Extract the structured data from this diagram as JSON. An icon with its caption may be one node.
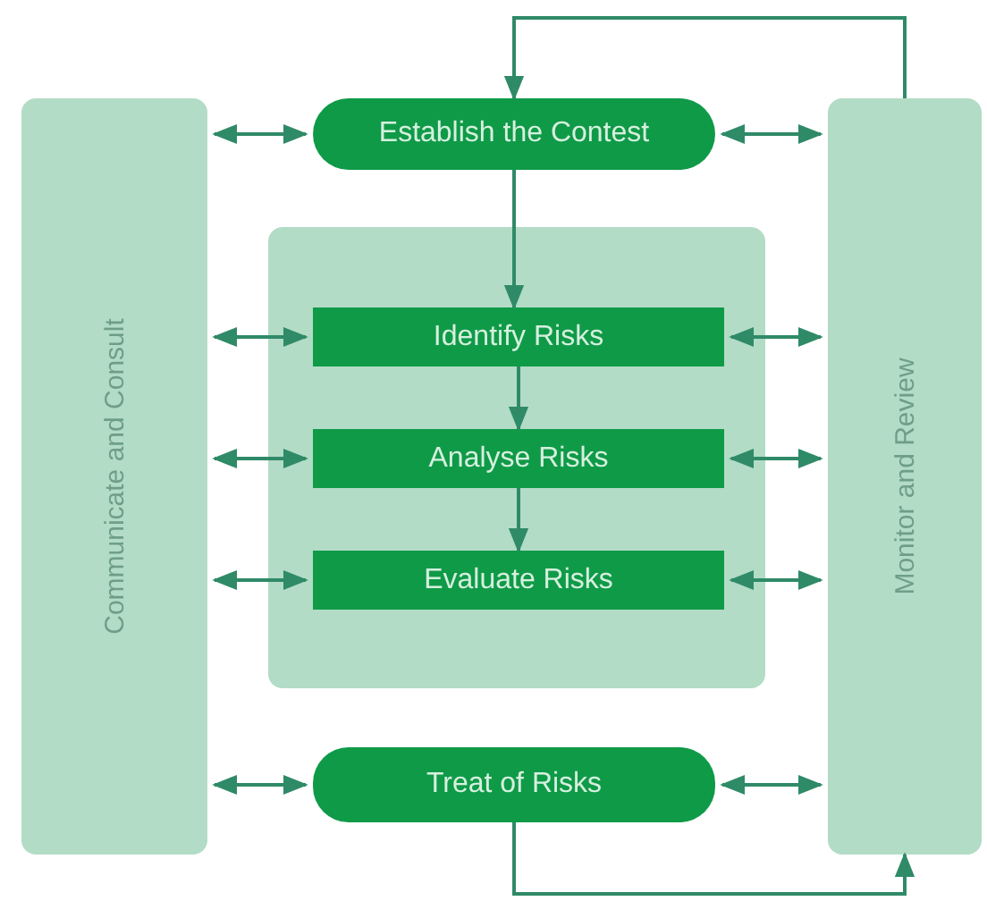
{
  "diagram": {
    "nodes": [
      {
        "text": [
          "Communicate and Consult"
        ]
      },
      {
        "text": [
          "Establish the Contest"
        ]
      },
      {
        "text": [
          "Monitor and Review"
        ]
      },
      {
        "text": [],
        "shape": "box"
      },
      {
        "text": [
          "Identify Risks"
        ],
        "in": 3
      },
      {
        "text": [
          "Analyse Risks"
        ],
        "in": 3
      },
      {
        "text": [
          "Evaluate Risks"
        ],
        "in": 3
      },
      {
        "text": [
          "Treat of Risks"
        ]
      }
    ],
    "edges": [
      {
        "from": 0,
        "to": 1,
        "arrow": "both"
      },
      {
        "from": 1,
        "to": 2,
        "arrow": "both"
      },
      {
        "from": 0,
        "to": 4,
        "arrow": "both"
      },
      {
        "from": 4,
        "to": 2,
        "arrow": "both"
      },
      {
        "from": 0,
        "to": 5,
        "arrow": "both"
      },
      {
        "from": 5,
        "to": 2,
        "arrow": "both"
      },
      {
        "from": 0,
        "to": 6,
        "arrow": "both"
      },
      {
        "from": 6,
        "to": 2,
        "arrow": "both"
      },
      {
        "from": 0,
        "to": 7,
        "arrow": "both"
      },
      {
        "from": 7,
        "to": 2,
        "arrow": "both"
      },
      {
        "from": 1,
        "to": 4,
        "arrow": "to"
      },
      {
        "from": 4,
        "to": 5,
        "arrow": "to"
      },
      {
        "from": 5,
        "to": 6,
        "arrow": "to"
      },
      {
        "from": 7,
        "to": 2,
        "arrow": "to"
      },
      {
        "from": 2,
        "to": 1,
        "arrow": "to"
      }
    ]
  }
}
